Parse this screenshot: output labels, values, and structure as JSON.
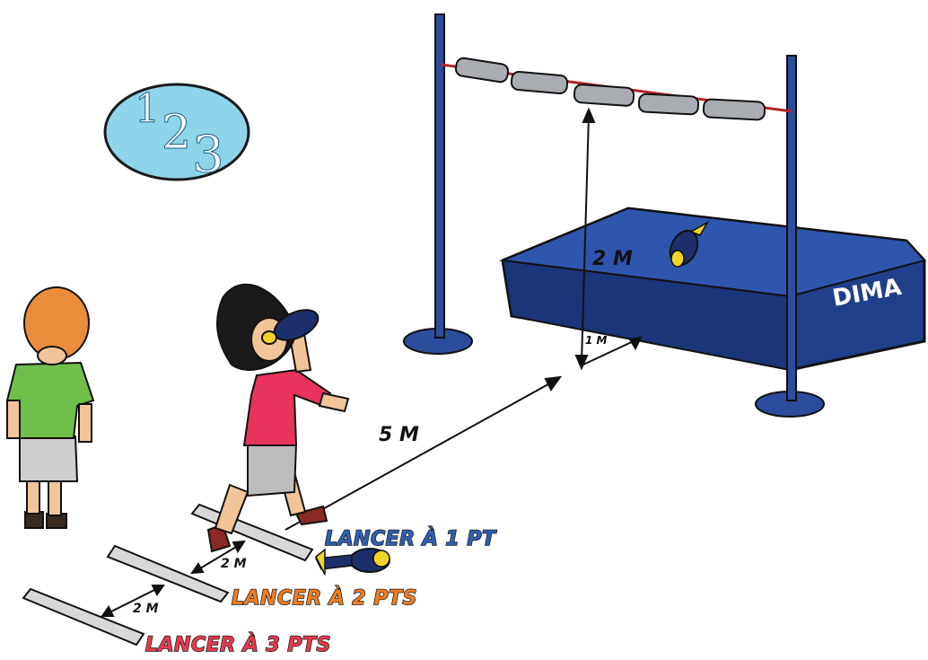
{
  "badge": {
    "digit1": "1",
    "digit2": "2",
    "digit3": "3"
  },
  "measures": {
    "height": "2 M",
    "depth": "1 M",
    "throw_distance": "5 M",
    "gap1": "2 M",
    "gap2": "2 M"
  },
  "lines": [
    {
      "text": "LANCER À 1 PT",
      "color": "#2f5fb0"
    },
    {
      "text": "LANCER À 2 PTS",
      "color": "#ef7d22"
    },
    {
      "text": "LANCER À 3 PTS",
      "color": "#e63a4e"
    }
  ],
  "mat": {
    "brand": "DIMA",
    "color": "#1f3f8a"
  },
  "colors": {
    "pole": "#2c4d9c",
    "badge": "#8fd3ea",
    "shirt_girl": "#e8345c",
    "shirt_boy": "#6fbf4a"
  }
}
